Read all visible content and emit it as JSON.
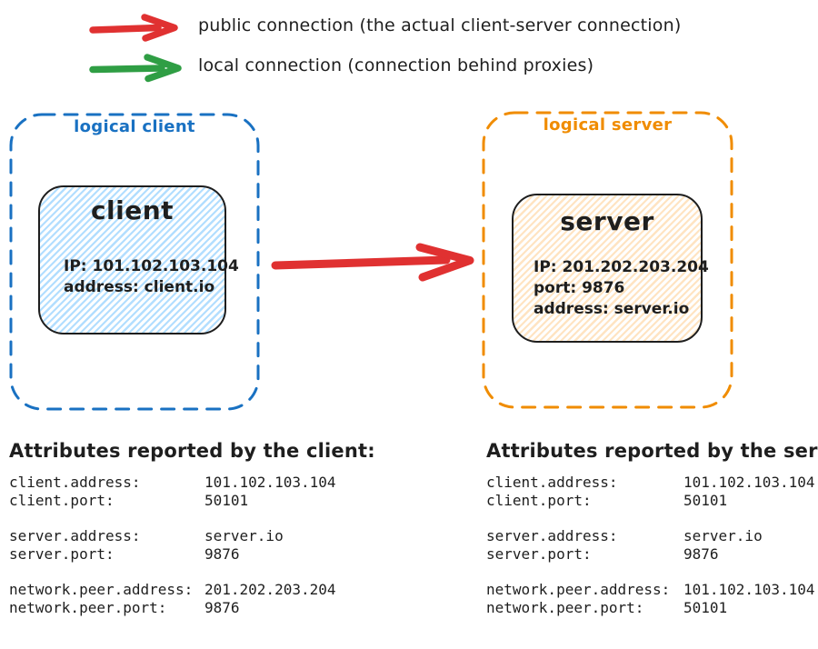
{
  "colors": {
    "red": "#e03131",
    "green": "#2f9e44",
    "blue": "#1971c2",
    "orange": "#f08c00",
    "ink": "#1e1e1e",
    "client_node_hatch": "#a5d8ff",
    "server_node_hatch": "#ffd8a8"
  },
  "legend": {
    "public": {
      "icon": "red-arrow",
      "label": "public connection (the actual client-server connection)"
    },
    "local": {
      "icon": "green-arrow",
      "label": "local connection (connection behind proxies)"
    }
  },
  "logical_client": {
    "label": "logical client",
    "node": {
      "title": "client",
      "lines": [
        "IP: 101.102.103.104",
        "address: client.io"
      ]
    }
  },
  "logical_server": {
    "label": "logical server",
    "node": {
      "title": "server",
      "lines": [
        "IP: 201.202.203.204",
        "port: 9876",
        "address: server.io"
      ]
    }
  },
  "attributes_client": {
    "heading": "Attributes reported by the client:",
    "rows": [
      {
        "key": "client.address:",
        "value": "101.102.103.104"
      },
      {
        "key": "client.port:",
        "value": "50101"
      },
      {
        "key": "server.address:",
        "value": "server.io"
      },
      {
        "key": "server.port:",
        "value": "9876"
      },
      {
        "key": "network.peer.address:",
        "value": "201.202.203.204"
      },
      {
        "key": "network.peer.port:",
        "value": "9876"
      }
    ]
  },
  "attributes_server": {
    "heading": "Attributes reported by the server:",
    "rows": [
      {
        "key": "client.address:",
        "value": "101.102.103.104"
      },
      {
        "key": "client.port:",
        "value": "50101"
      },
      {
        "key": "server.address:",
        "value": "server.io"
      },
      {
        "key": "server.port:",
        "value": "9876"
      },
      {
        "key": "network.peer.address:",
        "value": "101.102.103.104"
      },
      {
        "key": "network.peer.port:",
        "value": "50101"
      }
    ]
  }
}
